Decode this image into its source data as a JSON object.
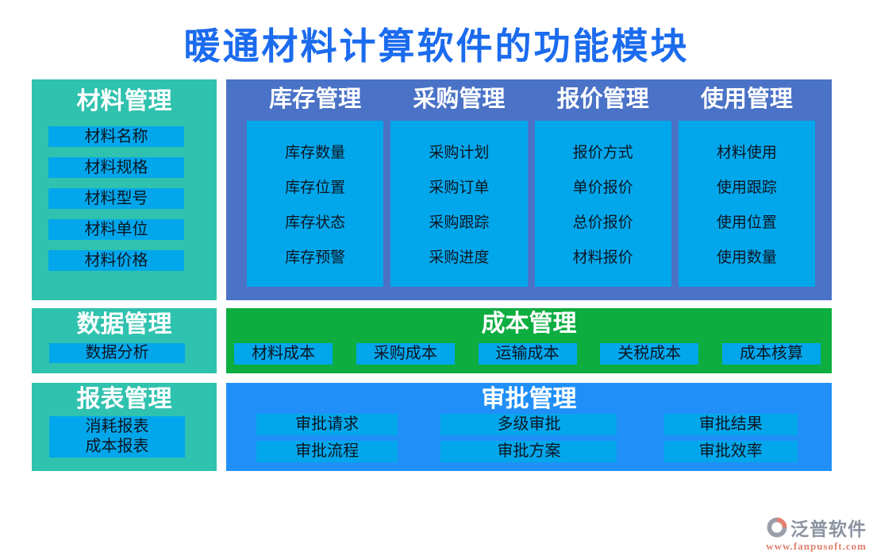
{
  "title": "暖通材料计算软件的功能模块",
  "colors": {
    "title_blue": "#1b6bee",
    "teal": "#2fc2ae",
    "royal_blue": "#4a72c6",
    "cyan": "#02a7eb",
    "green": "#0dad40",
    "bright_blue": "#2090f8",
    "item_text": "#0a1622",
    "header_text": "#ffffff",
    "brand_gray": "#8c93a0",
    "brand_salmon": "#e0806e"
  },
  "material_panel": {
    "header": "材料管理",
    "items": [
      "材料名称",
      "材料规格",
      "材料型号",
      "材料单位",
      "材料价格"
    ]
  },
  "main_panels": [
    {
      "header": "库存管理",
      "items": [
        "库存数量",
        "库存位置",
        "库存状态",
        "库存预警"
      ]
    },
    {
      "header": "采购管理",
      "items": [
        "采购计划",
        "采购订单",
        "采购跟踪",
        "采购进度"
      ]
    },
    {
      "header": "报价管理",
      "items": [
        "报价方式",
        "单价报价",
        "总价报价",
        "材料报价"
      ]
    },
    {
      "header": "使用管理",
      "items": [
        "材料使用",
        "使用跟踪",
        "使用位置",
        "使用数量"
      ]
    }
  ],
  "data_panel": {
    "header": "数据管理",
    "items": [
      "数据分析"
    ]
  },
  "cost_panel": {
    "header": "成本管理",
    "items": [
      "材料成本",
      "采购成本",
      "运输成本",
      "关税成本",
      "成本核算"
    ]
  },
  "report_panel": {
    "header": "报表管理",
    "items": [
      "消耗报表",
      "成本报表"
    ]
  },
  "approval_panel": {
    "header": "审批管理",
    "items": [
      "审批请求",
      "多级审批",
      "审批结果",
      "审批流程",
      "审批方案",
      "审批效率"
    ]
  },
  "footer": {
    "brand": "泛普软件",
    "url": "www.fanpusoft.com"
  }
}
